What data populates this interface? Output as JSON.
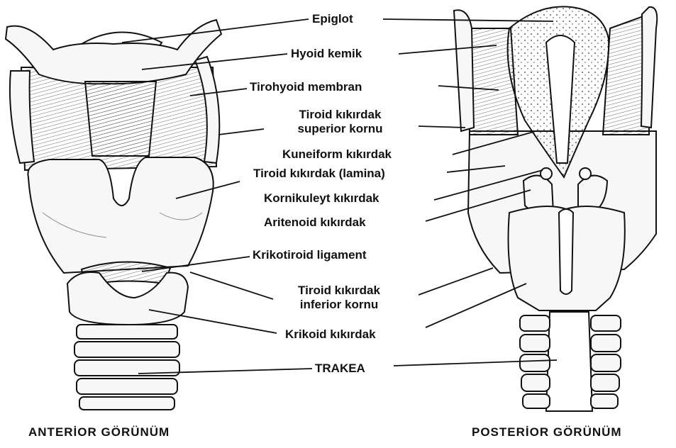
{
  "labels": {
    "epiglot": "Epiglot",
    "hyoid": "Hyoid kemik",
    "tirohyoid": "Tirohyoid membran",
    "sup_horn_1": "Tiroid kıkırdak",
    "sup_horn_2": "superior kornu",
    "kuneiform": "Kuneiform kıkırdak",
    "lamina": "Tiroid kıkırdak (lamina)",
    "kornikuleyt": "Kornikuleyt kıkırdak",
    "aritenoid": "Aritenoid kıkırdak",
    "krikotiroid": "Krikotiroid  ligament",
    "inf_horn_1": "Tiroid kıkırdak",
    "inf_horn_2": "inferior kornu",
    "krikoid": "Krikoid kıkırdak",
    "trakea": "TRAKEA"
  },
  "captions": {
    "anterior": "ANTERİOR  GÖRÜNÜM",
    "posterior": "POSTERİOR  GÖRÜNÜM"
  },
  "colors": {
    "line": "#111111",
    "fill": "#f7f7f7",
    "shade": "#d8d8d8"
  }
}
